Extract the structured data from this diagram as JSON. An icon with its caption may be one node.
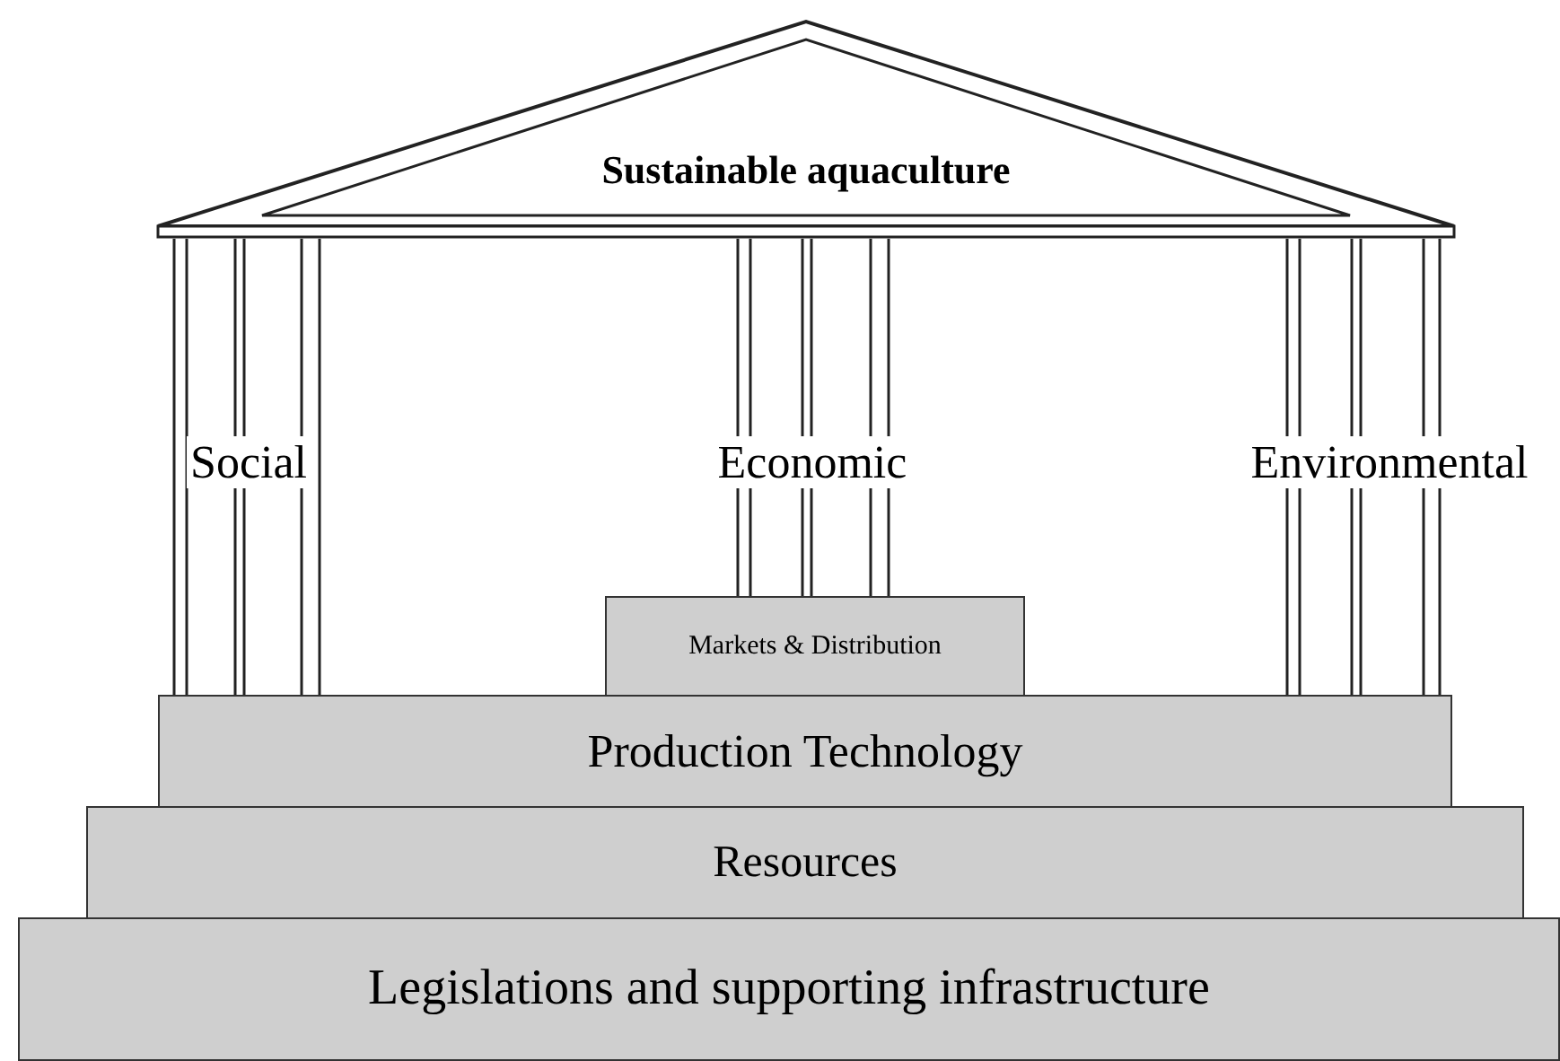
{
  "diagram": {
    "nodes": [
      {
        "text": [
          "Sustainable aquaculture"
        ]
      },
      {
        "text": [
          "Social"
        ]
      },
      {
        "text": [
          "Economic"
        ]
      },
      {
        "text": [
          "Environmental"
        ]
      },
      {
        "text": [
          "Markets & Distribution"
        ]
      },
      {
        "text": [
          "Production Technology"
        ]
      },
      {
        "text": [
          "Resources"
        ]
      },
      {
        "text": [
          "Legislations and supporting infrastructure"
        ]
      }
    ],
    "edges": []
  }
}
